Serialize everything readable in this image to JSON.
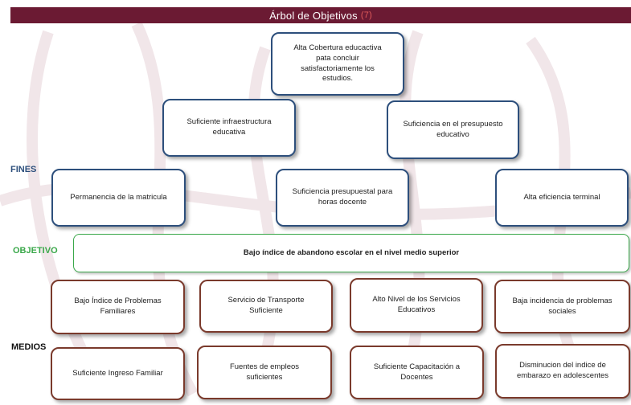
{
  "title": {
    "text": "Árbol de Objetivos",
    "number": "(7)"
  },
  "labels": {
    "fines": "FINES",
    "objetivo": "OBJETIVO",
    "medios": "MEDIOS"
  },
  "fines": {
    "top": "Alta Cobertura educactiva\npata concluir\nsatisfactoriamente los\nestudios.",
    "level2": [
      "Suficiente infraestructura\neducativa",
      "Suficiencia en el presupuesto\neducativo"
    ],
    "level3": [
      "Permanencia de la matricula",
      "Suficiencia presupuestal para\nhoras docente",
      "Alta eficiencia terminal"
    ]
  },
  "objetivo": "Bajo índice de abandono escolar en el nivel medio superior",
  "medios": {
    "row1": [
      "Bajo Índice de Problemas\nFamiliares",
      "Servicio de Transporte\nSuficiente",
      "Alto Nivel de los Servicios\nEducativos",
      "Baja incidencia de problemas\nsociales"
    ],
    "row2": [
      "Suficiente Ingreso Familiar",
      "Fuentes de empleos\nsuficientes",
      "Suficiente Capacitación a\nDocentes",
      "Disminucion del indice de\nembarazo en adolescentes"
    ]
  },
  "colors": {
    "title_bg": "#6b1a33",
    "fines_label": "#2d4f7c",
    "objetivo_label": "#3aa84a",
    "medios_label": "#111111",
    "fines_border": "#2d4f7c",
    "objetivo_border": "#3aa84a",
    "medios_border": "#7a3a2c"
  }
}
